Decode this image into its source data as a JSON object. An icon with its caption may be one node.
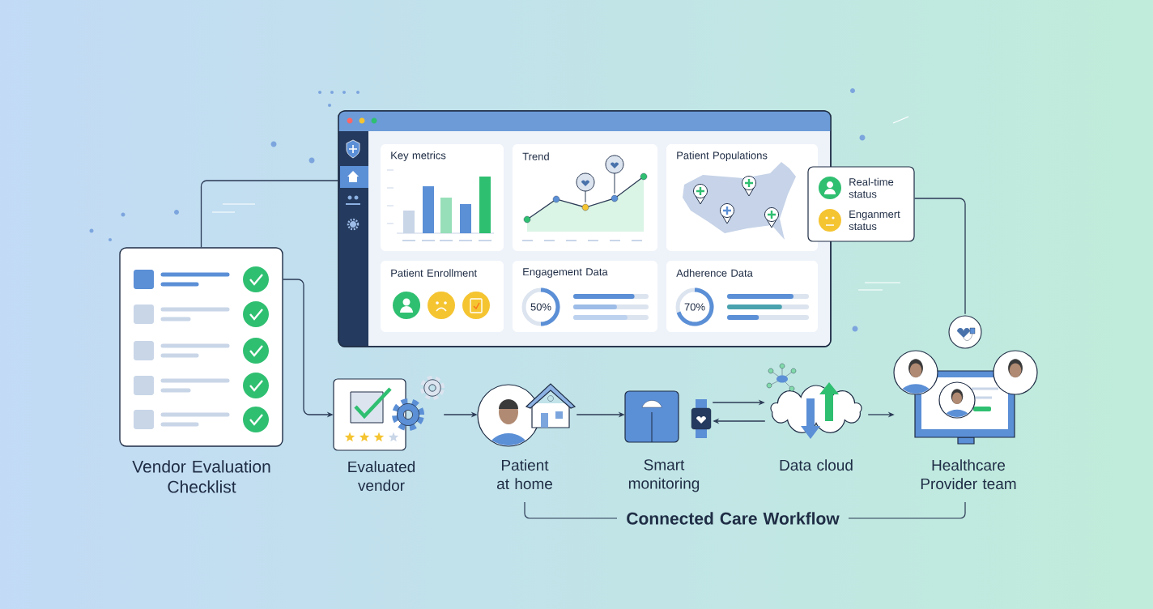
{
  "diagram": {
    "nodes": [
      {
        "text": [],
        "shape": "box"
      },
      {
        "text": [
          "Key metrics"
        ],
        "in": 0
      },
      {
        "text": [
          "Trend"
        ],
        "in": 0
      },
      {
        "text": [
          "Patient Populations"
        ],
        "in": 0
      },
      {
        "text": [
          "Patient Enrollment"
        ],
        "in": 0
      },
      {
        "text": [
          "Engagement Data",
          "50%"
        ],
        "in": 0
      },
      {
        "text": [
          "Adherence Data",
          "70%"
        ],
        "in": 0
      },
      {
        "text": [
          "Real-time status",
          "Enganmert status"
        ]
      },
      {
        "text": [
          "Vendor Evaluation Checklist"
        ]
      },
      {
        "text": [
          "Evaluated vendor"
        ]
      },
      {
        "text": [
          "Patient at home"
        ]
      },
      {
        "text": [
          "Smart monitoring"
        ]
      },
      {
        "text": [
          "Data cloud"
        ]
      },
      {
        "text": [
          "Healthcare Provider team"
        ]
      }
    ],
    "edges": [
      {
        "from": 8,
        "to": 0,
        "arrow": "none"
      },
      {
        "from": 8,
        "to": 9,
        "arrow": "to"
      },
      {
        "from": 9,
        "to": 10,
        "arrow": "to"
      },
      {
        "from": 10,
        "to": 11,
        "arrow": "to"
      },
      {
        "from": 11,
        "to": 12,
        "arrow": "to"
      },
      {
        "from": 12,
        "to": 11,
        "arrow": "to"
      },
      {
        "from": 12,
        "to": 13,
        "arrow": "to"
      },
      {
        "from": 7,
        "to": 13,
        "arrow": "none"
      }
    ],
    "labels": [
      "Connected Care Workflow"
    ]
  }
}
